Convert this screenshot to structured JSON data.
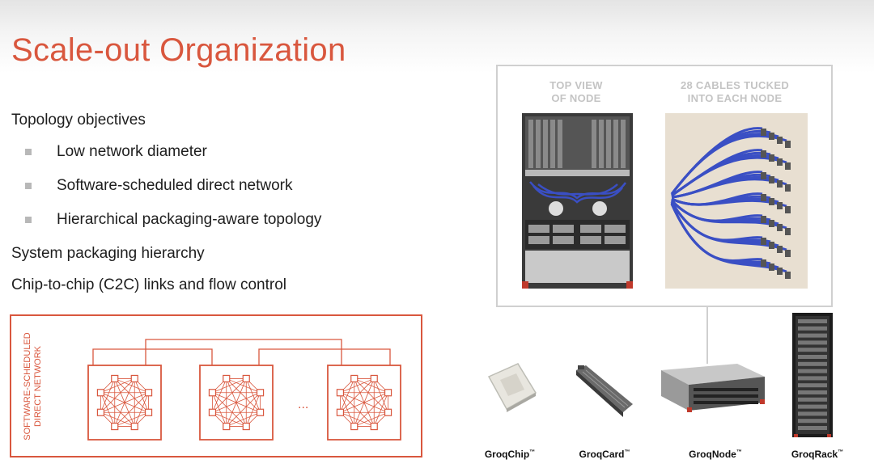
{
  "slide": {
    "title": "Scale-out Organization",
    "topics": [
      "Topology objectives",
      "System packaging hierarchy",
      "Chip-to-chip (C2C) links and flow control"
    ],
    "sub_bullets": [
      "Low network diameter",
      "Software-scheduled direct network",
      "Hierarchical packaging-aware topology"
    ]
  },
  "photos": {
    "left_label_line1": "TOP VIEW",
    "left_label_line2": "OF NODE",
    "right_label_line1": "28 CABLES TUCKED",
    "right_label_line2": "INTO EACH NODE"
  },
  "network_diagram": {
    "label_line1": "SOFTWARE-SCHEDULED",
    "label_line2": "DIRECT NETWORK",
    "ellipsis": "...",
    "accent_color": "#d9573e"
  },
  "products": {
    "items": [
      {
        "name": "GroqChip",
        "tm": "™"
      },
      {
        "name": "GroqCard",
        "tm": "™"
      },
      {
        "name": "GroqNode",
        "tm": "™"
      },
      {
        "name": "GroqRack",
        "tm": "™"
      }
    ]
  },
  "colors": {
    "accent": "#d9573e",
    "cable_blue": "#3a4fc4"
  }
}
